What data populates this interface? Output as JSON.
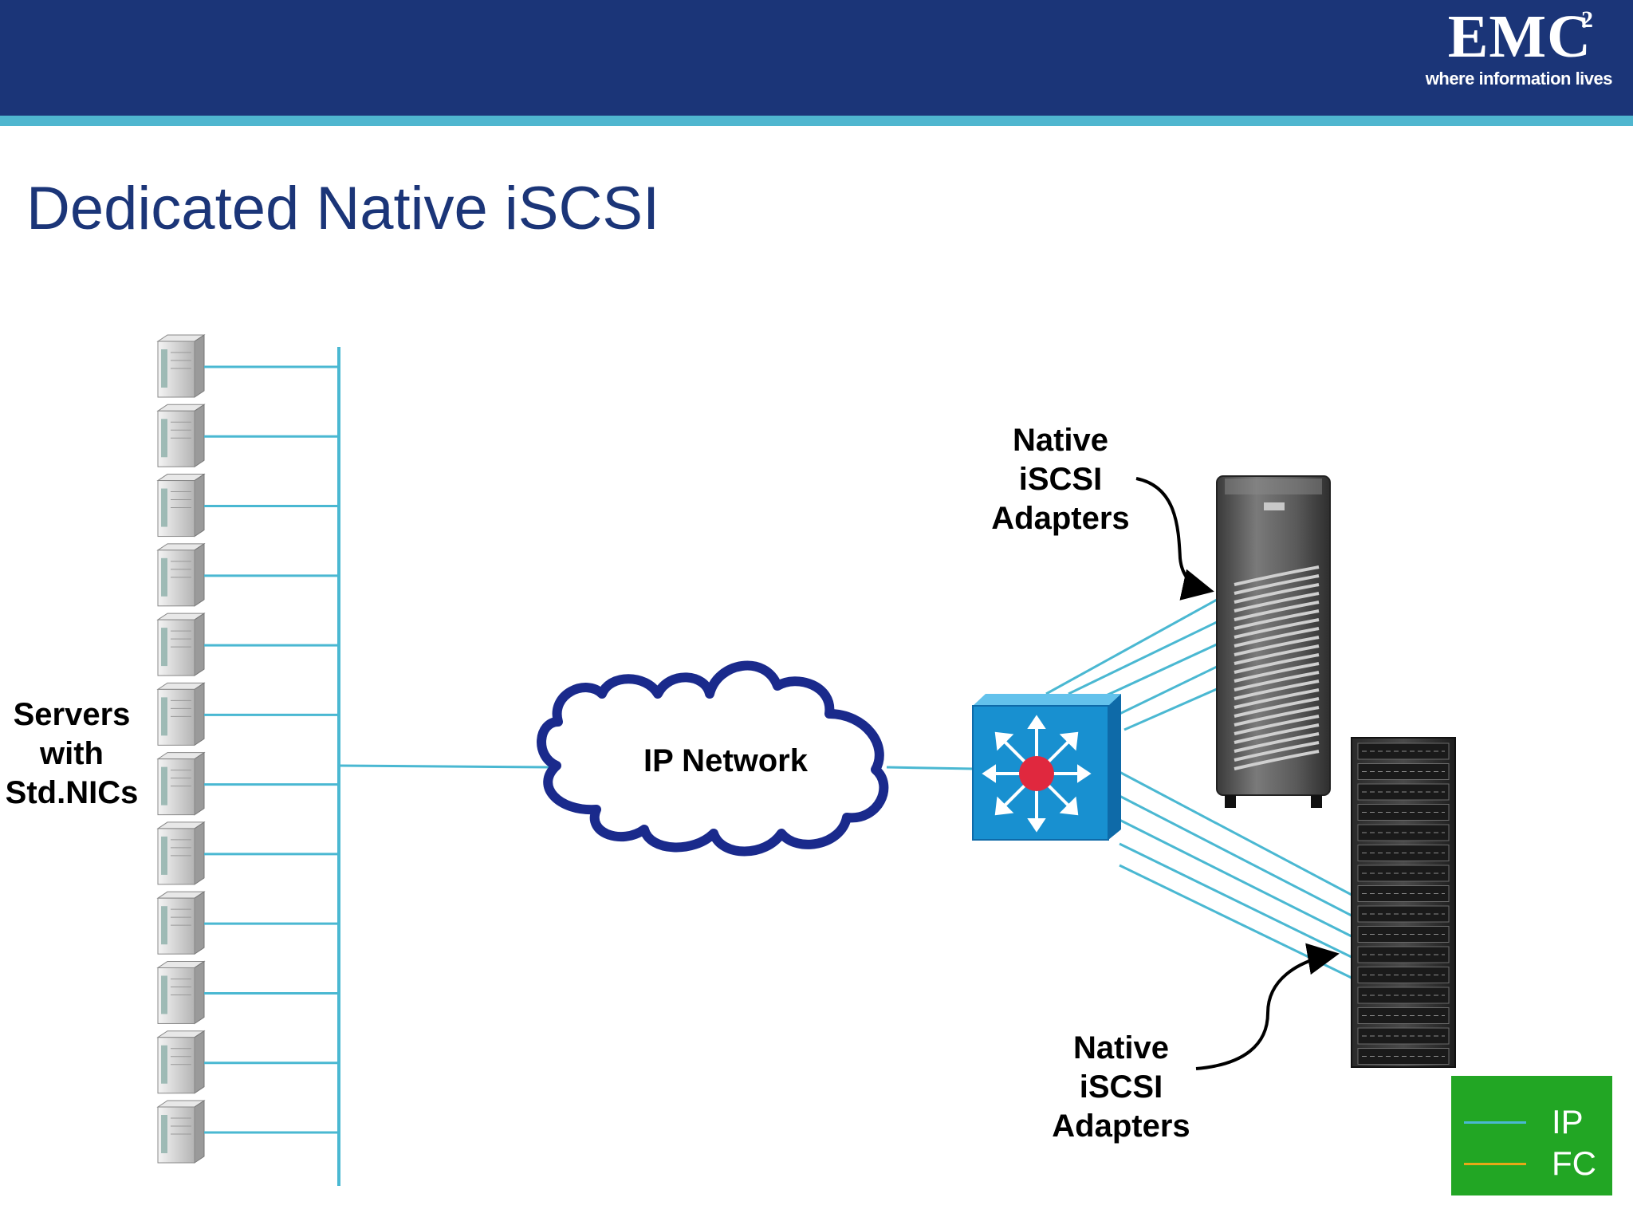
{
  "header": {
    "logo_text": "EMC",
    "logo_superscript": "2",
    "logo_tagline": "where information lives"
  },
  "title": "Dedicated Native iSCSI",
  "labels": {
    "servers": [
      "Servers",
      "with",
      "Std.NICs"
    ],
    "ip_network": "IP Network",
    "adapters_top": [
      "Native",
      "iSCSI",
      "Adapters"
    ],
    "adapters_bottom": [
      "Native",
      "iSCSI",
      "Adapters"
    ]
  },
  "legend": [
    {
      "label": "IP",
      "color": "#4ab8d2"
    },
    {
      "label": "FC",
      "color": "#e6a817"
    }
  ],
  "servers": {
    "count": 12
  },
  "colors": {
    "header": "#1b3578",
    "accent_stripe": "#4fb6cf",
    "link_ip": "#4ab8d2",
    "cloud_outline": "#1a2a8c",
    "switch": "#1890d0",
    "legend_bg": "#22a624"
  }
}
